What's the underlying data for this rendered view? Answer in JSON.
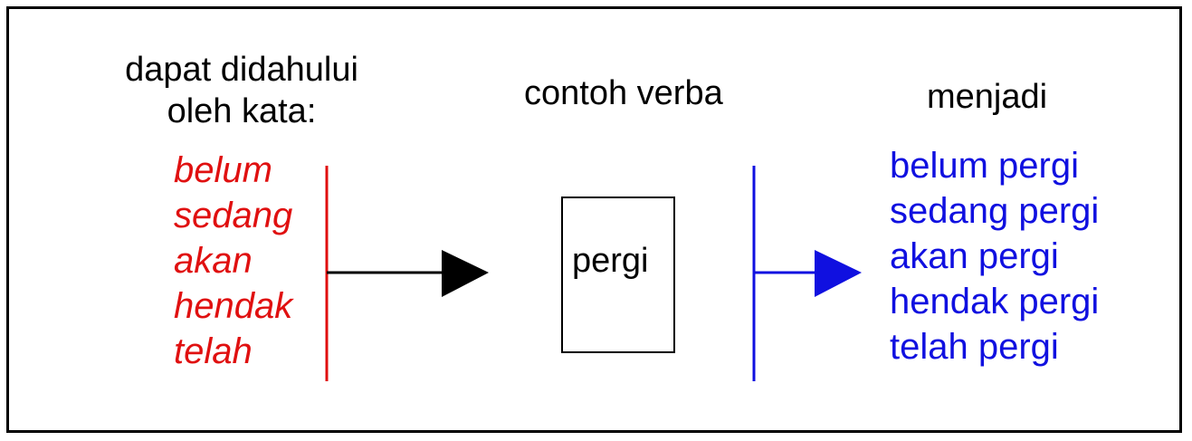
{
  "left": {
    "heading_line1": "dapat didahului",
    "heading_line2": "oleh kata:",
    "words": [
      "belum",
      "sedang",
      "akan",
      "hendak",
      "telah"
    ]
  },
  "middle": {
    "heading": "contoh verba",
    "verb": "pergi"
  },
  "right": {
    "heading": "menjadi",
    "phrases": [
      "belum pergi",
      "sedang pergi",
      "akan pergi",
      "hendak pergi",
      "telah pergi"
    ]
  },
  "colors": {
    "left_words": "#e01010",
    "right_phrases": "#1010e0",
    "arrow_left": "#000000",
    "arrow_right": "#1010e0"
  }
}
